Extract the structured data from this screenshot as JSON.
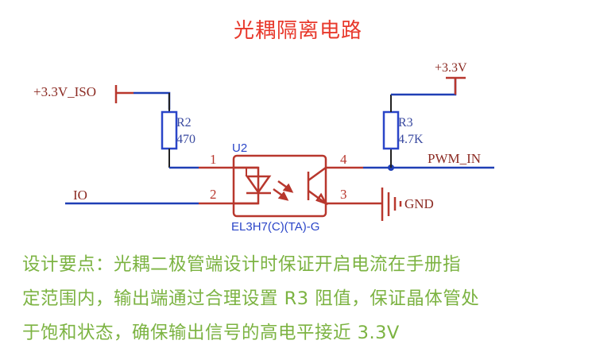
{
  "title": "光耦隔离电路",
  "colors": {
    "title": "#e8392c",
    "wire_blue": "#1f3fb5",
    "pin_red": "#b8372d",
    "label_dark_red": "#8b2a22",
    "component_blue": "#2a45c8",
    "notes_green": "#7cb342"
  },
  "schematic": {
    "nets": {
      "vcc_iso": "+3.3V_ISO",
      "vcc": "+3.3V",
      "io": "IO",
      "pwm_in": "PWM_IN",
      "gnd": "GND"
    },
    "resistors": [
      {
        "ref": "R2",
        "value": "470"
      },
      {
        "ref": "R3",
        "value": "4.7K"
      }
    ],
    "optocoupler": {
      "ref": "U2",
      "part": "EL3H7(C)(TA)-G",
      "pins": [
        "1",
        "2",
        "3",
        "4"
      ]
    }
  },
  "notes": {
    "lines": [
      "设计要点：光耦二极管端设计时保证开启电流在手册指",
      "定范围内，输出端通过合理设置 R3 阻值，保证晶体管处",
      "于饱和状态，确保输出信号的高电平接近 3.3V"
    ]
  }
}
